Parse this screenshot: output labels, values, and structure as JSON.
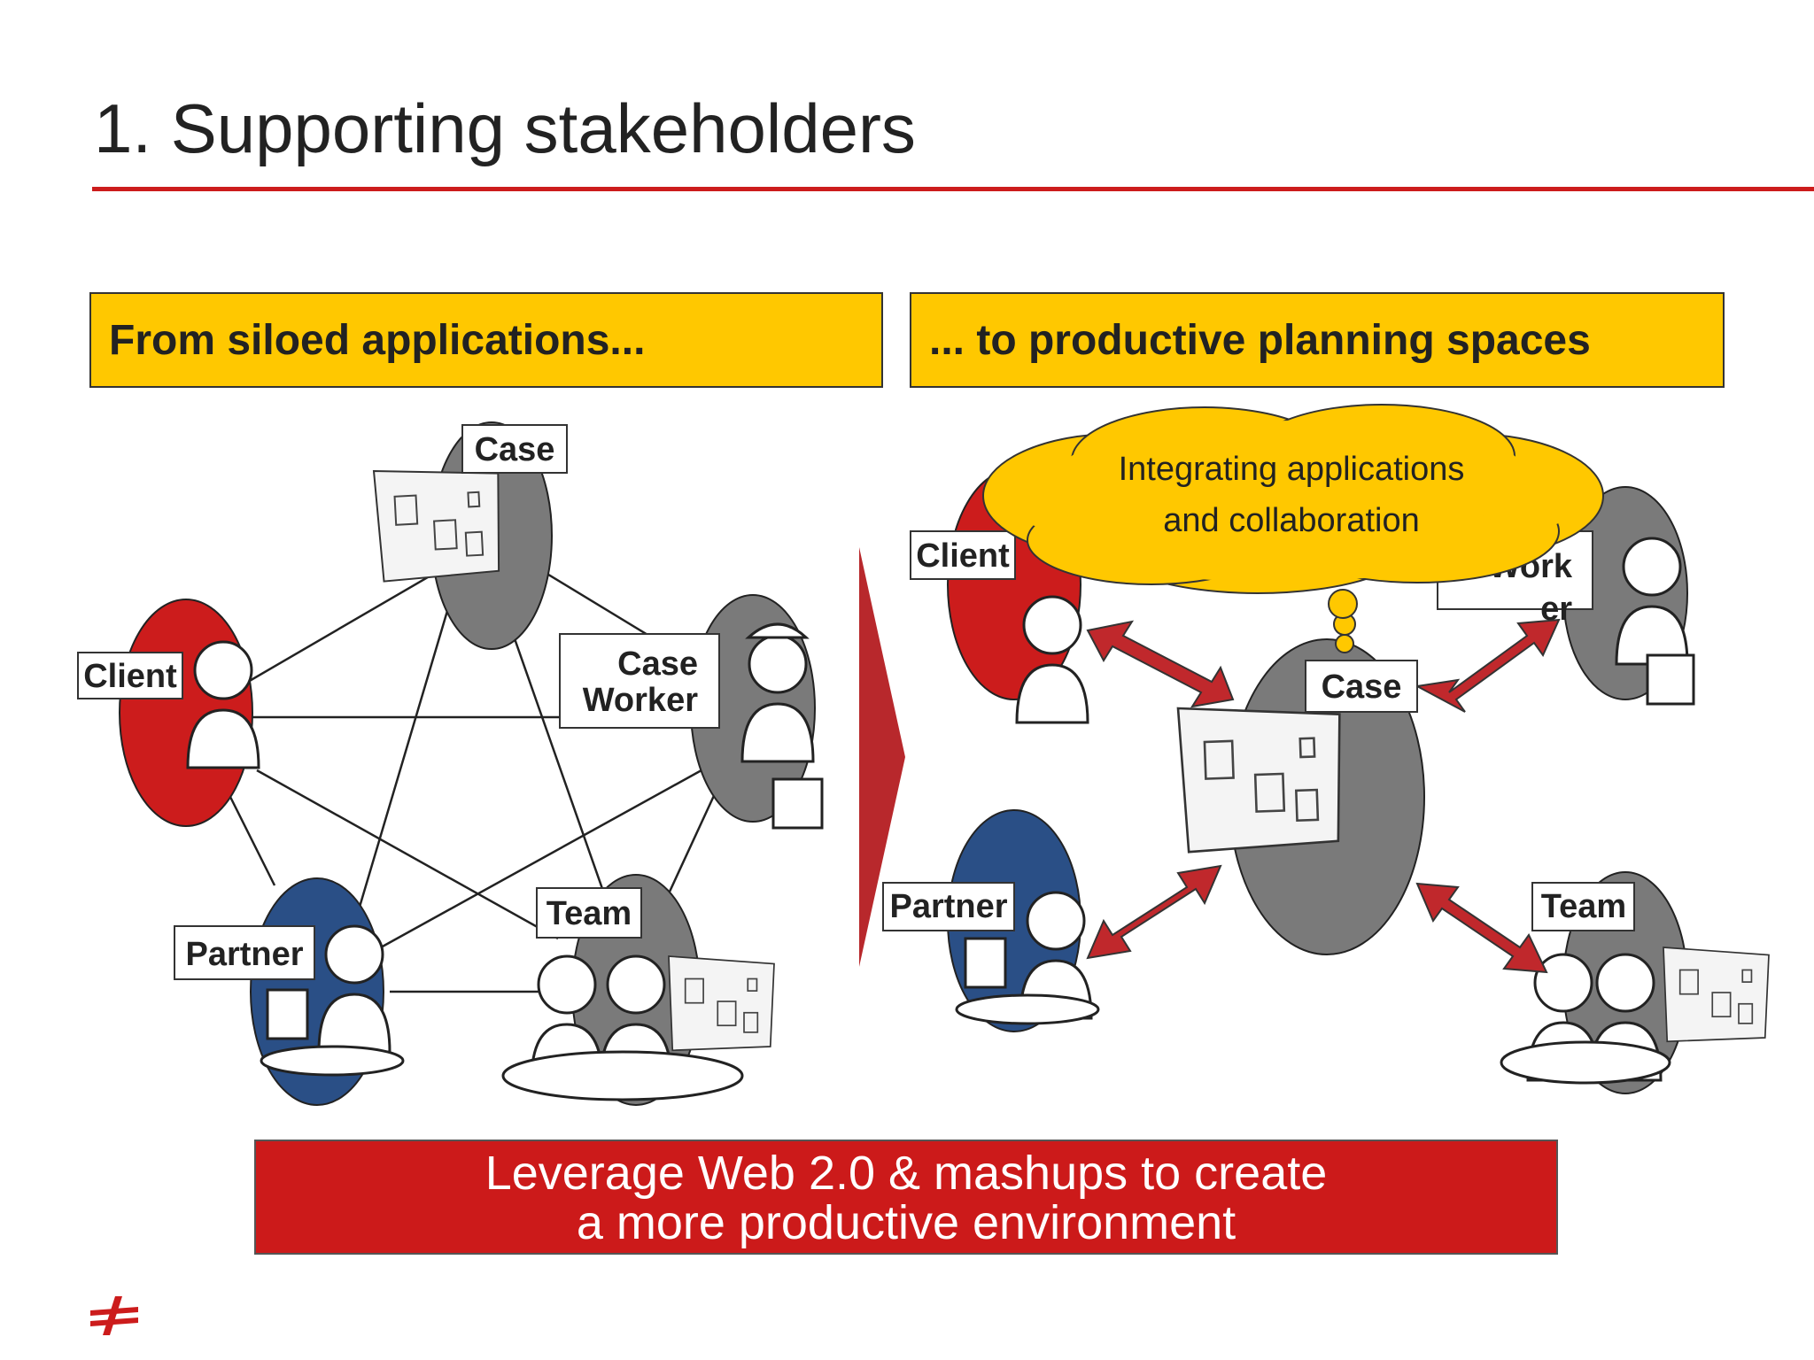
{
  "slide": {
    "title": "1. Supporting stakeholders",
    "left_header": "From siloed applications...",
    "right_header": "... to productive planning spaces",
    "banner_line1": "Leverage Web 2.0 & mashups to create",
    "banner_line2": "a more productive environment"
  },
  "left_diagram": {
    "case": "Case",
    "client": "Client",
    "case_worker_1": "Case",
    "case_worker_2": "Worker",
    "partner": "Partner",
    "team": "Team"
  },
  "right_diagram": {
    "cloud_line1": "Integrating applications",
    "cloud_line2": "and collaboration",
    "client": "Client",
    "worker_1": "Work",
    "worker_2": "er",
    "case": "Case",
    "partner": "Partner",
    "team": "Team"
  },
  "colors": {
    "accent_red": "#cc1c1c",
    "header_yellow": "#ffc800",
    "client_red": "#cc1c1c",
    "partner_blue": "#2a4f86",
    "stakeholder_gray": "#7a7a7a"
  },
  "icons": [
    "logo-icon",
    "arrow-right-icon",
    "double-arrow-icon",
    "thought-cloud-icon"
  ]
}
